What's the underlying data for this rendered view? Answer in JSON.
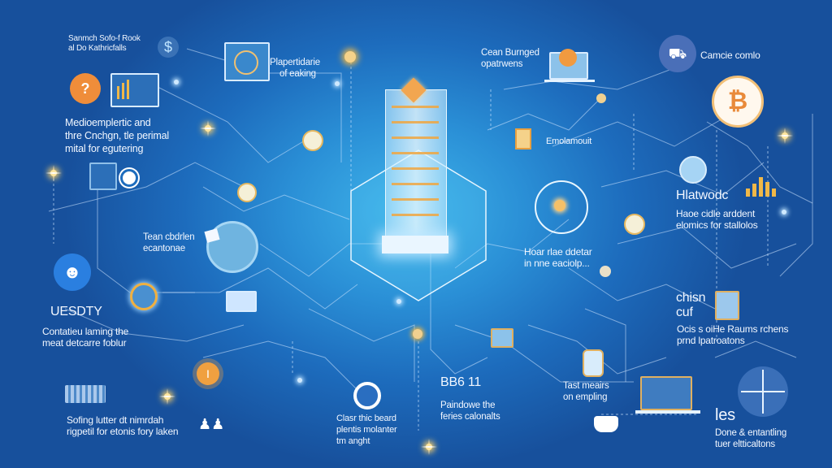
{
  "theme": {
    "background_center": "#3fb4ea",
    "background_edge": "#17509c",
    "line_color": "#cfe6ff",
    "accent_orange": "#f0a040",
    "text_color": "#f2f7ff"
  },
  "center": {
    "icon": "glass-tower-icon",
    "description": "Isometric glass tower with orange lattice floors inside a hexagon frame"
  },
  "labels": {
    "top_left": {
      "line1": "Sanmch Sofo-f Rook",
      "line2": "al Do Kathricfalls",
      "icon": "dollar-coin-icon"
    },
    "left_mid": {
      "line1": "Medioemplertic and",
      "line2": "thre Cnchgn, tle perimal",
      "line3": "mital for egutering",
      "icons": [
        "question-badge-icon",
        "chart-window-icon"
      ]
    },
    "top_center_left": {
      "line1": "Plapertidarie",
      "line2": "of eaking",
      "icon": "monitor-illustration-icon"
    },
    "left_team": {
      "line1": "Tean cbdrlen",
      "line2": "ecantonae",
      "icon": "document-circle-icon"
    },
    "left_brand": {
      "title": "UESDTY",
      "line1": "Contatieu laming the",
      "line2": "meat detcarre foblur",
      "icon": "mascot-circle-icon"
    },
    "bottom_left": {
      "line1": "Sofing lutter dt nimrdah",
      "line2": "rigpetil for etonis fory laken",
      "icons": [
        "qr-block-icon",
        "coin-icon",
        "people-group-icon"
      ]
    },
    "bottom_center_left": {
      "line1": "Clasr thic beard",
      "line2": "plentis molanter",
      "line3": "tm anght",
      "icon": "globe-circle-icon"
    },
    "bottom_center": {
      "title": "BB6 11",
      "line1": "Paindowe the",
      "line2": "feries calonalts"
    },
    "top_center_right": {
      "line1": "Cean Burnged",
      "line2": "opatrwens",
      "icon": "laptop-badge-icon"
    },
    "center_right_small": {
      "line1": "Emolamouit",
      "icon": "lamp-icon"
    },
    "center_right": {
      "line1": "Hoar rlae ddetar",
      "line2": "in nne eaciolp...",
      "icon": "orbit-ring-icon"
    },
    "top_right": {
      "line1": "Camcie comlo",
      "icon": "truck-circle-icon"
    },
    "right_chart": {
      "title": "Hlatwodc",
      "line1": "Haoe cidle arddent",
      "line2": "elomics for stallolos",
      "icons": [
        "bitcoin-circle-icon",
        "notebook-circle-icon",
        "bar-chart-icon"
      ]
    },
    "right_mid": {
      "title_line1": "chisn",
      "title_line2": "cuf",
      "line1": "Ocis s oiHe Raums rchens",
      "line2": "prnd lpatroatons",
      "icon": "panel-card-icon"
    },
    "bottom_right_center": {
      "line1": "Tast meairs",
      "line2": "on empling",
      "icon": "database-jar-icon"
    },
    "bottom_right": {
      "title": "les",
      "line1": "Done & entantling",
      "line2": "tuer eltticaltons",
      "icons": [
        "laptop-icon",
        "waveform-circle-icon",
        "ship-icon"
      ]
    }
  }
}
